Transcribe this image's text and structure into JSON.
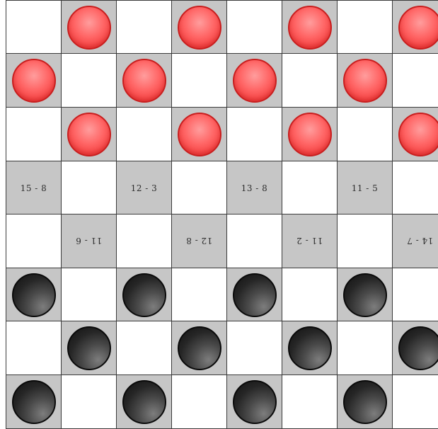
{
  "board": {
    "rows": [
      [
        "",
        "red",
        "",
        "red",
        "",
        "red",
        "",
        "red"
      ],
      [
        "red",
        "",
        "red",
        "",
        "red",
        "",
        "red",
        ""
      ],
      [
        "",
        "red",
        "",
        "red",
        "",
        "red",
        "",
        "red"
      ],
      [
        "move:15 - 8",
        "",
        "move:12 - 3",
        "",
        "move:13 - 8",
        "",
        "move:11 - 5",
        ""
      ],
      [
        "",
        "flip:11 - 6",
        "",
        "flip:12 - 8",
        "",
        "flip:11 - 2",
        "",
        "flip:14 - 7"
      ],
      [
        "black",
        "",
        "black",
        "",
        "black",
        "",
        "black",
        ""
      ],
      [
        "",
        "black",
        "",
        "black",
        "",
        "black",
        "",
        "black"
      ],
      [
        "black",
        "",
        "black",
        "",
        "black",
        "",
        "black",
        ""
      ]
    ]
  },
  "colors": {
    "dark_square": "#c6c6c6",
    "light_square": "#ffffff",
    "grid_line": "#3b3b3b",
    "red_piece": "#f24545",
    "red_piece_border": "#c81e1e",
    "black_piece": "#262626",
    "black_piece_border": "#0a0a0a"
  }
}
